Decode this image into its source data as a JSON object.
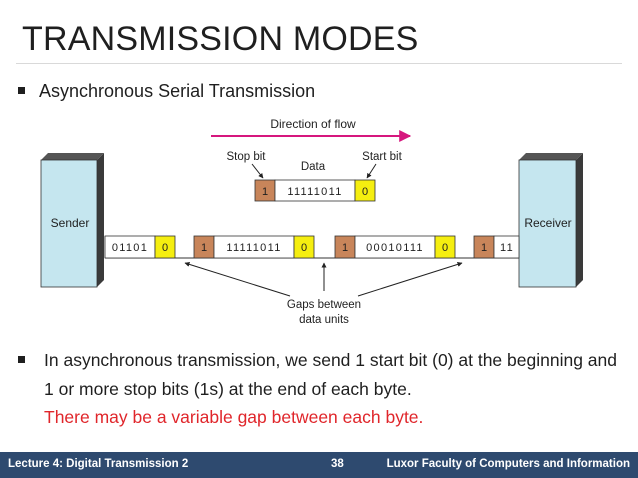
{
  "slide": {
    "title": "TRANSMISSION MODES",
    "bullet": "Asynchronous Serial Transmission"
  },
  "diagram": {
    "direction_label": "Direction of flow",
    "stop_bit_label": "Stop bit",
    "start_bit_label": "Start bit",
    "data_label": "Data",
    "legend_frame": {
      "stop": "1",
      "data": "11111011",
      "start": "0"
    },
    "sender_label": "Sender",
    "receiver_label": "Receiver",
    "line": {
      "seg1_data": "01101",
      "seg1_start": "0",
      "seg2_stop": "1",
      "seg2_data": "11111011",
      "seg2_start": "0",
      "seg3_stop": "1",
      "seg3_data": "00010111",
      "seg3_start": "0",
      "seg4_stop": "1",
      "seg4_data": "11"
    },
    "gaps_line1": "Gaps between",
    "gaps_line2": "data units",
    "colors": {
      "stop_bit": "#c8855a",
      "start_bit": "#f5ee10",
      "box": "#c5e6ef",
      "arrow": "#d6177e"
    }
  },
  "paragraph": {
    "text": "In asynchronous transmission, we send 1 start bit (0) at the beginning and 1 or more stop bits (1s) at the end of each byte.",
    "highlight": "There may be a variable gap between each byte."
  },
  "footer": {
    "left": "Lecture 4: Digital Transmission 2",
    "page": "38",
    "right": "Luxor Faculty of Computers and Information"
  }
}
